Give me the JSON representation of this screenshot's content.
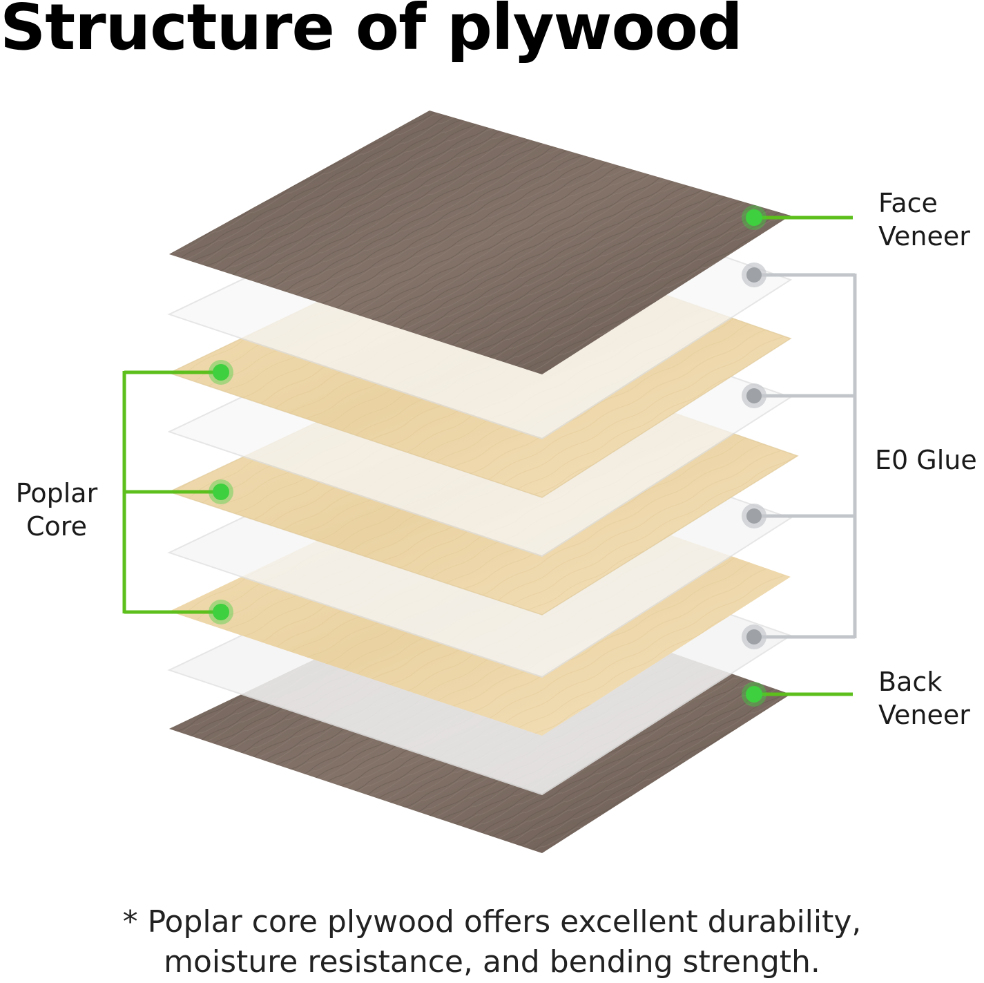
{
  "title": "Structure of plywood",
  "labels": {
    "face_veneer": [
      "Face",
      "Veneer"
    ],
    "glue": "E0 Glue",
    "back_veneer": [
      "Back",
      "Veneer"
    ],
    "poplar_core": [
      "Poplar",
      "Core"
    ]
  },
  "footnote": [
    "* Poplar core plywood offers excellent durability,",
    "moisture resistance, and bending strength."
  ],
  "colors": {
    "veneer": "#7a6a62",
    "core": "#efd9ad",
    "glue": "#f3f3f3",
    "accent_green": "#5cbf1c",
    "marker_green": "#3fd03f",
    "glue_line": "#c2c6ca",
    "glue_marker": "#a3a7ab"
  }
}
